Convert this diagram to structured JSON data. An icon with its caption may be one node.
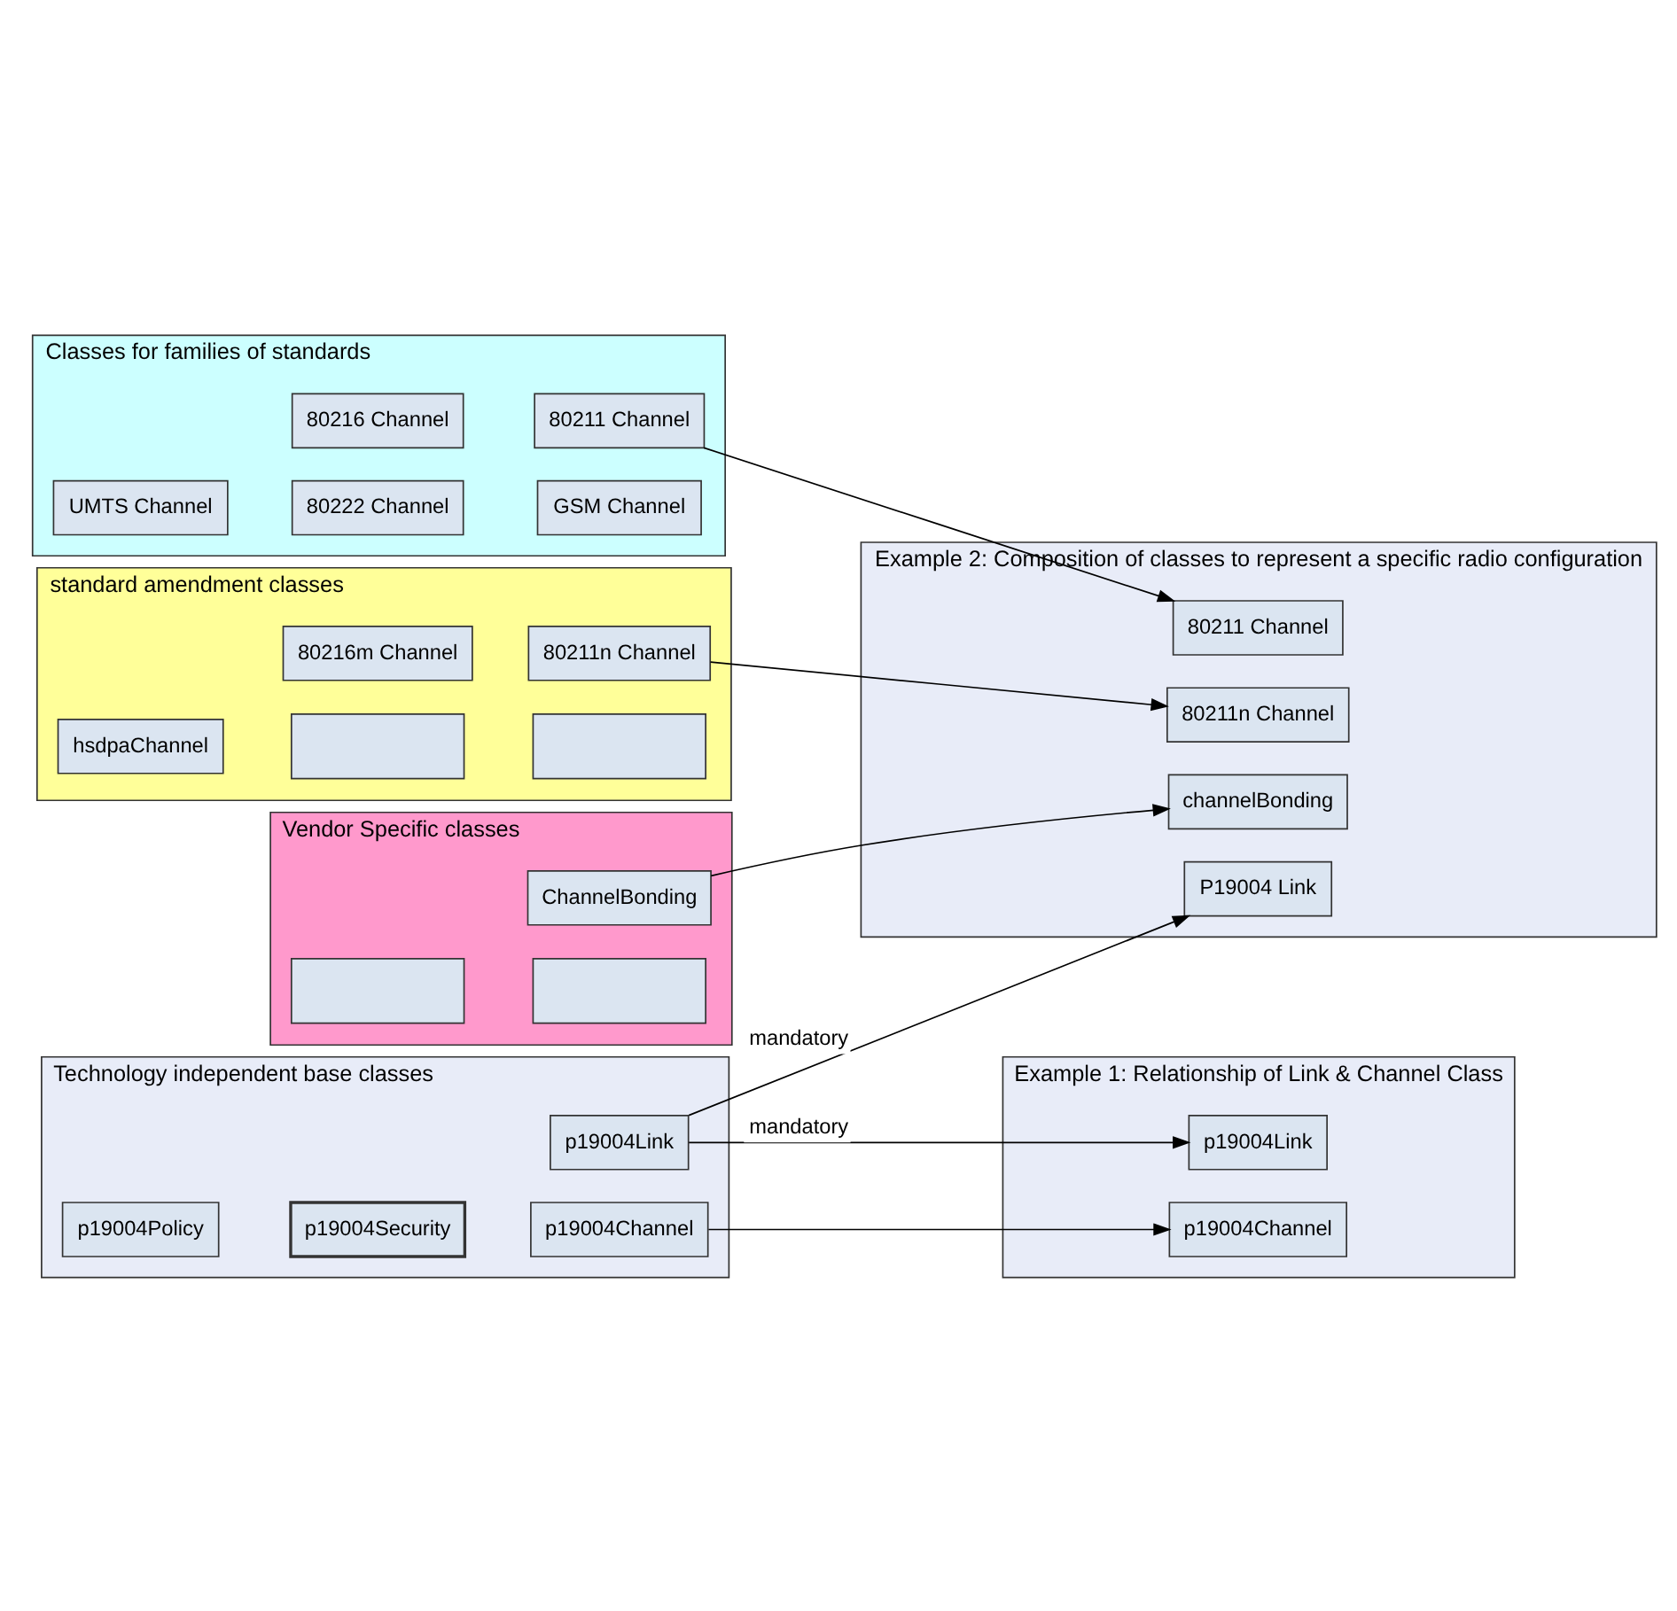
{
  "diagram": {
    "nodes": [
      {
        "text": [
          "Technology independent base classes"
        ]
      },
      {
        "text": [
          "p19004Link"
        ],
        "in": 0
      },
      {
        "text": [
          "p19004Policy"
        ],
        "in": 0
      },
      {
        "text": [
          "p19004Security"
        ],
        "in": 0
      },
      {
        "text": [
          "p19004Channel"
        ],
        "in": 0
      },
      {
        "text": [
          "Classes for families of standards"
        ]
      },
      {
        "text": [
          "80216 Channel"
        ],
        "in": 5
      },
      {
        "text": [
          "80211 Channel"
        ],
        "in": 5
      },
      {
        "text": [
          "UMTS Channel"
        ],
        "in": 5
      },
      {
        "text": [
          "80222 Channel"
        ],
        "in": 5
      },
      {
        "text": [
          "GSM Channel"
        ],
        "in": 5
      },
      {
        "text": [
          "standard amendment classes"
        ]
      },
      {
        "text": [
          "80216m Channel"
        ],
        "in": 11
      },
      {
        "text": [
          "80211n Channel"
        ],
        "in": 11
      },
      {
        "text": [
          "hsdpaChannel"
        ],
        "in": 11
      },
      {
        "text": [],
        "shape": "box",
        "in": 11
      },
      {
        "text": [],
        "shape": "box",
        "in": 11
      },
      {
        "text": [
          "Vendor Specific classes"
        ]
      },
      {
        "text": [
          "ChannelBonding"
        ],
        "in": 17
      },
      {
        "text": [],
        "shape": "box",
        "in": 17
      },
      {
        "text": [],
        "shape": "box",
        "in": 17
      },
      {
        "text": [
          "Example 1: Relationship of Link & Channel Class"
        ]
      },
      {
        "text": [
          "p19004Link"
        ],
        "in": 21
      },
      {
        "text": [
          "p19004Channel"
        ],
        "in": 21
      },
      {
        "text": [
          "Example 2: Composition of classes to represent a specific radio configuration"
        ]
      },
      {
        "text": [
          "P19004 Link"
        ],
        "in": 24
      },
      {
        "text": [
          "80211 Channel"
        ],
        "in": 24
      },
      {
        "text": [
          "80211n Channel"
        ],
        "in": 24
      },
      {
        "text": [
          "channelBonding"
        ],
        "in": 24
      }
    ],
    "edges": [
      {
        "from": 1,
        "to": 22,
        "arrow": "to",
        "label": "mandatory"
      },
      {
        "from": 4,
        "to": 23,
        "arrow": "to"
      },
      {
        "from": 1,
        "to": 25,
        "arrow": "to",
        "label": "mandatory"
      },
      {
        "from": 7,
        "to": 26,
        "arrow": "to"
      },
      {
        "from": 13,
        "to": 27,
        "arrow": "to"
      },
      {
        "from": 18,
        "to": 28,
        "arrow": "to"
      }
    ]
  }
}
